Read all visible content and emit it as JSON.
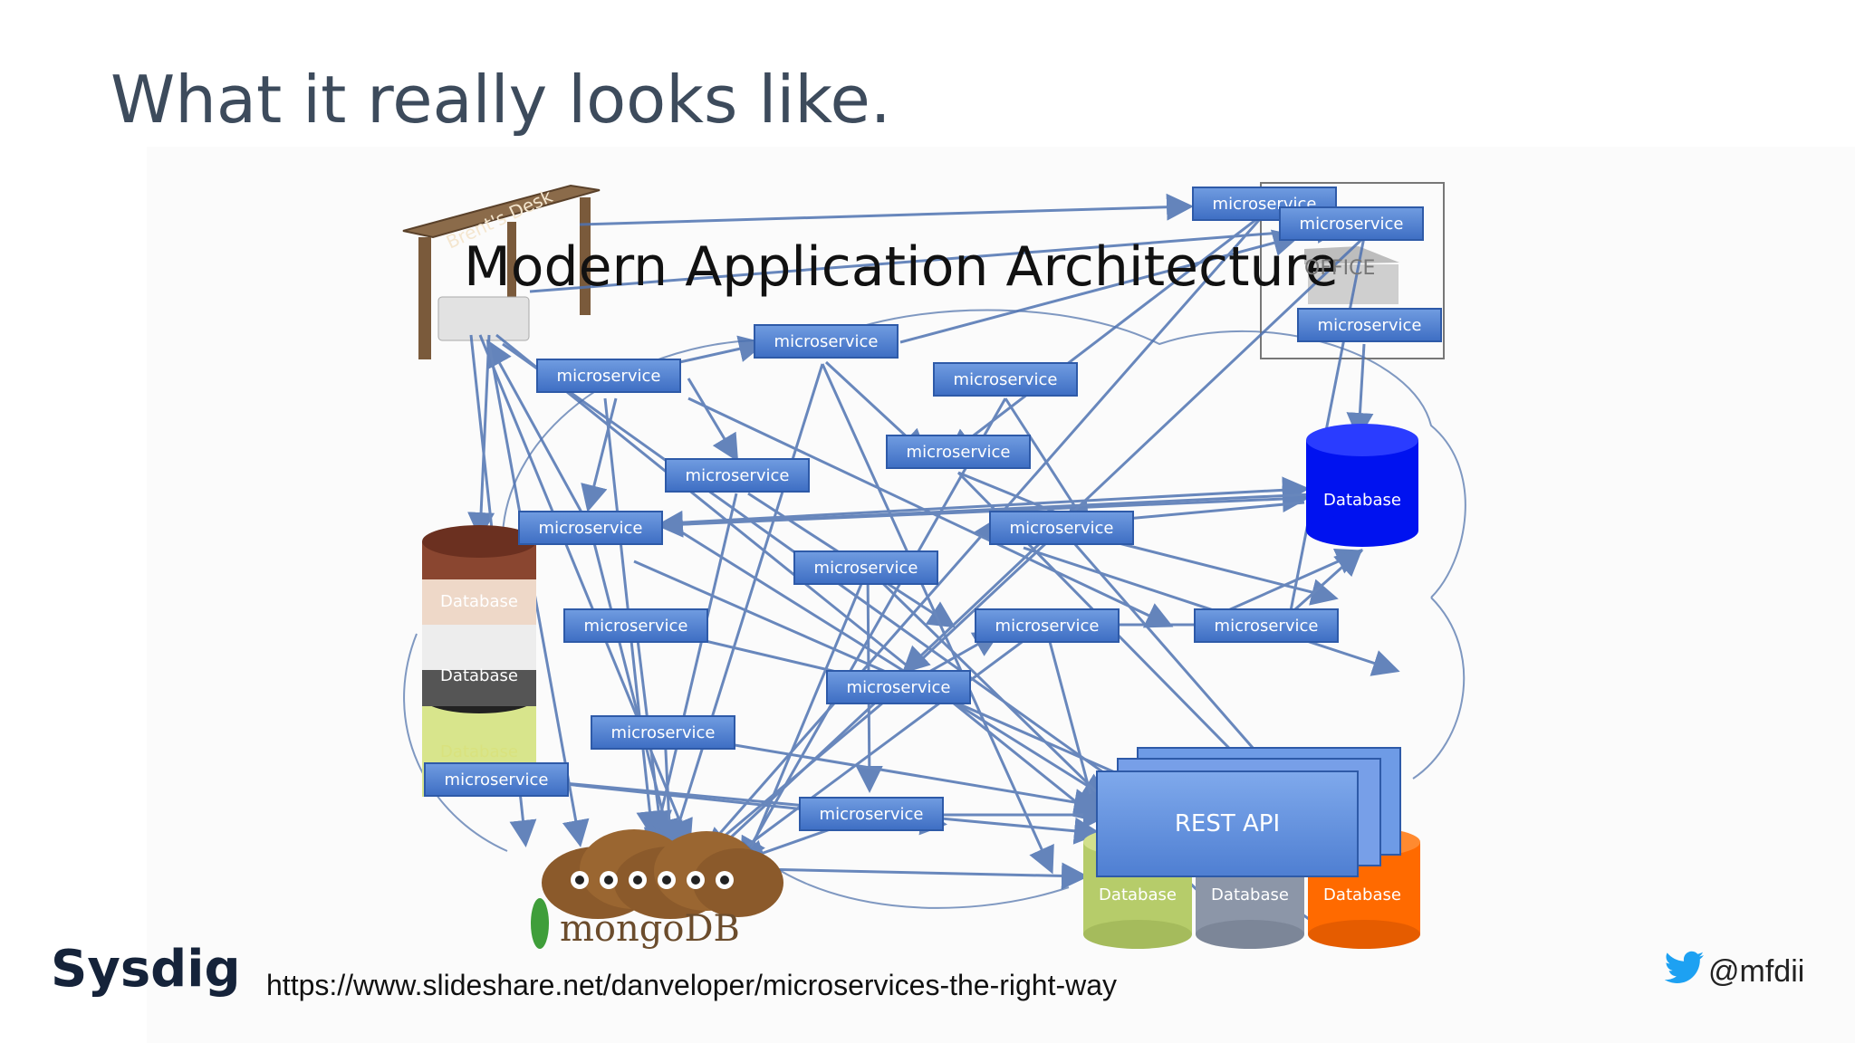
{
  "slide": {
    "title": "What it really looks like.",
    "brand": "Sysdig",
    "source_url": "https://www.slideshare.net/danveloper/microservices-the-right-way",
    "twitter_handle": "@mfdii"
  },
  "diagram": {
    "title": "Modern Application Architecture",
    "desk_label": "Brent's Desk",
    "office_label": "OFFICE",
    "node_label": "microservice",
    "database_label": "Database",
    "rest_api_label": "REST API",
    "mongo_label": "mongoDB",
    "colors": {
      "node_fill": "#4f7fd2",
      "arrow": "#5a7fb8",
      "db_blue": "#0010f0",
      "db_orange": "#ff6a00",
      "db_green": "#b6cc6a",
      "db_gray": "#8c96a8"
    }
  }
}
